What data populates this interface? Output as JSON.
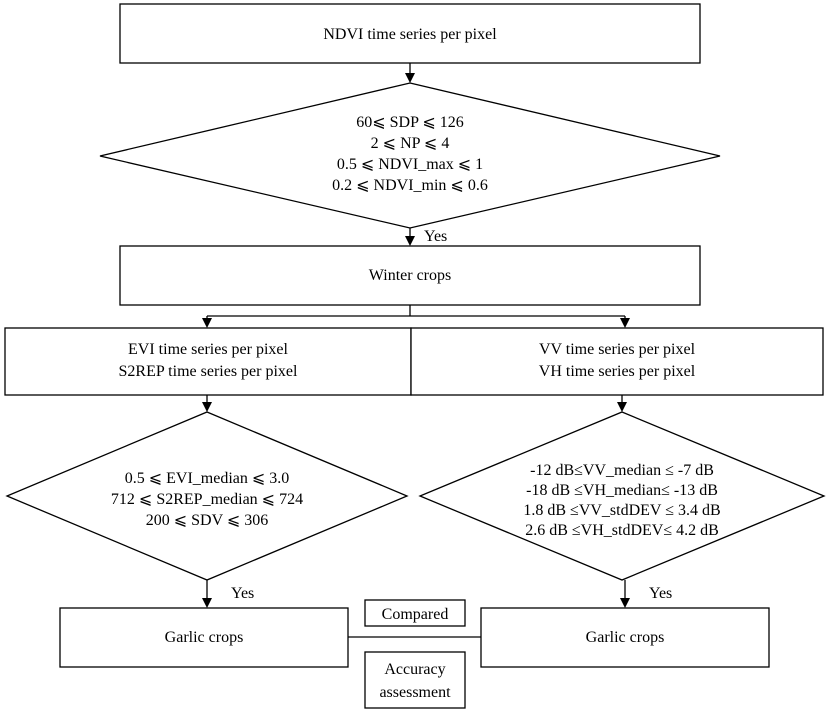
{
  "nodes": {
    "ndvi_box": "NDVI time series per pixel",
    "decision1": [
      "60⩽ SDP ⩽ 126",
      "2 ⩽ NP ⩽ 4",
      "0.5 ⩽ NDVI_max ⩽ 1",
      "0.2 ⩽ NDVI_min ⩽ 0.6"
    ],
    "winter_box": "Winter crops",
    "evi_box": [
      "EVI time series per pixel",
      "S2REP time series per pixel"
    ],
    "vv_box": [
      "VV time series per pixel",
      "VH time series per pixel"
    ],
    "decision2": [
      "0.5 ⩽ EVI_median ⩽ 3.0",
      "712 ⩽ S2REP_median ⩽ 724",
      "200 ⩽ SDV ⩽ 306"
    ],
    "decision3": [
      "-12  dB≤VV_median ≤ -7 dB",
      "-18 dB ≤VH_median≤ -13 dB",
      "1.8 dB ≤VV_stdDEV ≤ 3.4 dB",
      "2.6 dB ≤VH_stdDEV≤ 4.2 dB"
    ],
    "garlic_left": "Garlic crops",
    "garlic_right": "Garlic crops",
    "compared": "Compared",
    "accuracy": [
      "Accuracy",
      "assessment"
    ]
  },
  "edge_labels": {
    "yes1": "Yes",
    "yes2": "Yes",
    "yes3": "Yes"
  }
}
